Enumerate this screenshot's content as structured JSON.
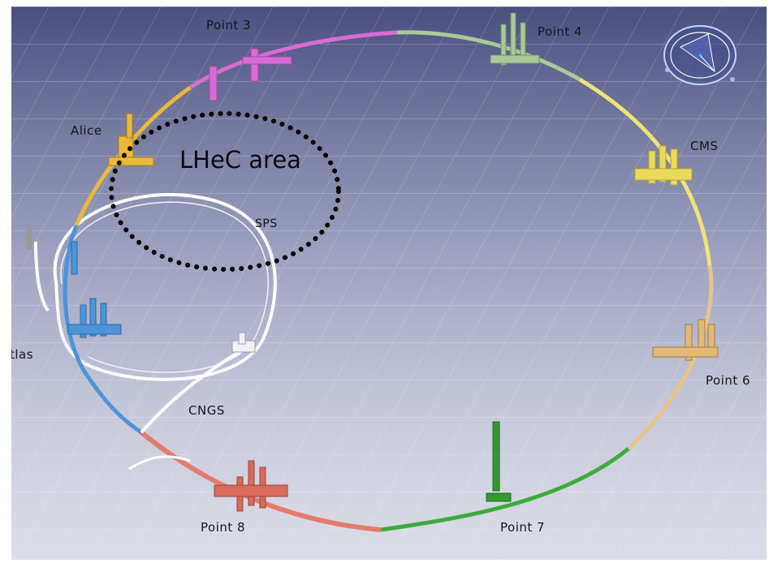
{
  "labels": {
    "point3": "Point 3",
    "point4": "Point 4",
    "alice": "Alice",
    "cms": "CMS",
    "lhec_area": "LHeC area",
    "sps": "SPS",
    "atlas": "tlas",
    "point6": "Point 6",
    "cngs": "CNGS",
    "point8": "Point 8",
    "point7": "Point 7"
  },
  "colors": {
    "point3_sector": "#d86cd6",
    "point4_sector": "#a9c99a",
    "cms_sector": "#f0e27a",
    "point6_sector": "#e8c48a",
    "point7_sector": "#3dac3d",
    "point8_sector": "#e47c6c",
    "atlas_sector": "#4b94d8",
    "alice_sector": "#e9b93a",
    "sps_ring": "#ffffff",
    "lhec_outline": "#000000"
  },
  "icons": [
    "compass-icon"
  ]
}
